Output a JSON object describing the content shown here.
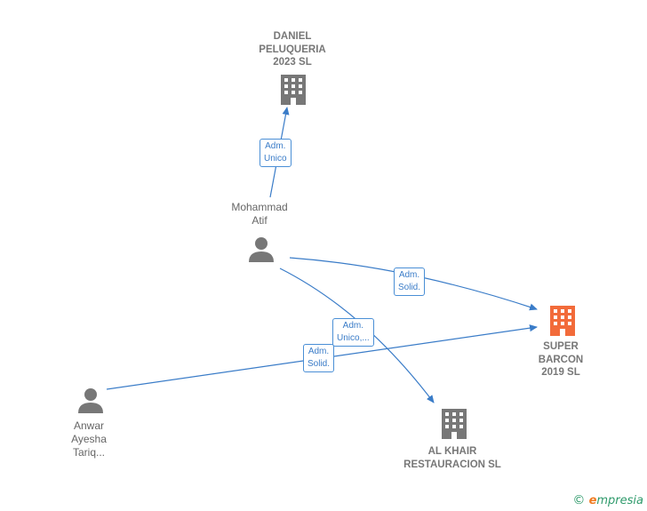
{
  "nodes": {
    "daniel": {
      "label": "DANIEL\nPELUQUERIA\n2023  SL",
      "type": "company"
    },
    "mohammad": {
      "label": "Mohammad\nAtif",
      "type": "person"
    },
    "super": {
      "label": "SUPER\nBARCON\n2019  SL",
      "type": "company-focus"
    },
    "anwar": {
      "label": "Anwar\nAyesha\nTariq...",
      "type": "person"
    },
    "alkhair": {
      "label": "AL KHAIR\nRESTAURACION SL",
      "type": "company"
    }
  },
  "edges": [
    {
      "from": "mohammad",
      "to": "daniel",
      "label": "Adm.\nUnico"
    },
    {
      "from": "mohammad",
      "to": "super",
      "label": "Adm.\nSolid."
    },
    {
      "from": "mohammad",
      "to": "alkhair",
      "label": "Adm.\nUnico,..."
    },
    {
      "from": "anwar",
      "to": "super",
      "label": "Adm.\nSolid."
    }
  ],
  "colors": {
    "edge": "#3a7cc8",
    "company_icon": "#777777",
    "focus_icon": "#f26b3a",
    "person_icon": "#777777"
  },
  "footer": {
    "copyright": "©",
    "brand_e": "e",
    "brand_rest": "mpresia"
  }
}
